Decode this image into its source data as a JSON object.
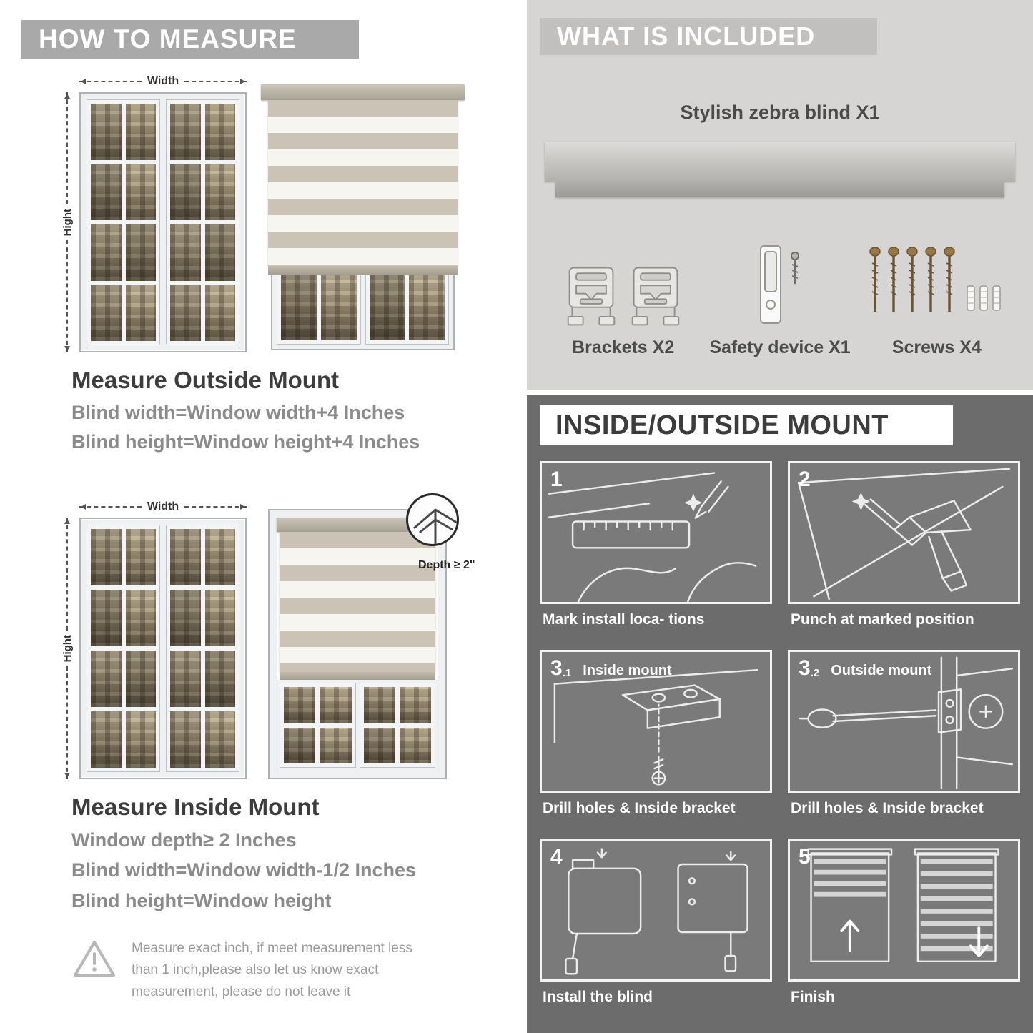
{
  "measure": {
    "header": "HOW TO MEASURE",
    "width_label": "Width",
    "height_label": "Hight",
    "outside": {
      "title": "Measure Outside Mount",
      "lines": [
        "Blind width=Window width+4 Inches",
        "Blind height=Window height+4 Inches"
      ]
    },
    "inside": {
      "title": "Measure Inside Mount",
      "depth_callout": "Depth ≥ 2\"",
      "lines": [
        "Window depth≥ 2 Inches",
        "Blind width=Window width-1/2 Inches",
        "Blind height=Window height"
      ]
    },
    "warning_lines": [
      "Measure exact inch, if meet measurement less",
      "than 1 inch,please also let us know exact",
      "measurement, please do not leave it"
    ]
  },
  "included": {
    "header": "WHAT IS INCLUDED",
    "product": "Stylish zebra blind X1",
    "items": [
      {
        "label": "Brackets X2"
      },
      {
        "label": "Safety device X1"
      },
      {
        "label": "Screws X4"
      }
    ]
  },
  "mount": {
    "header": "INSIDE/OUTSIDE MOUNT",
    "steps": [
      {
        "num": "1",
        "sub": "",
        "title": "",
        "caption": "Mark install loca- tions"
      },
      {
        "num": "2",
        "sub": "",
        "title": "",
        "caption": "Punch at  marked position"
      },
      {
        "num": "3",
        "sub": ".1",
        "title": "Inside mount",
        "caption": "Drill holes &  Inside bracket"
      },
      {
        "num": "3",
        "sub": ".2",
        "title": "Outside mount",
        "caption": "Drill holes &  Inside bracket"
      },
      {
        "num": "4",
        "sub": "",
        "title": "",
        "caption": "Install the blind"
      },
      {
        "num": "5",
        "sub": "",
        "title": "",
        "caption": "Finish"
      }
    ]
  },
  "colors": {
    "header_gray": "#a9a9a9",
    "included_bg": "#d6d5d3",
    "included_header_bg": "#c1c0be",
    "dark_bg": "#6c6c6c"
  }
}
